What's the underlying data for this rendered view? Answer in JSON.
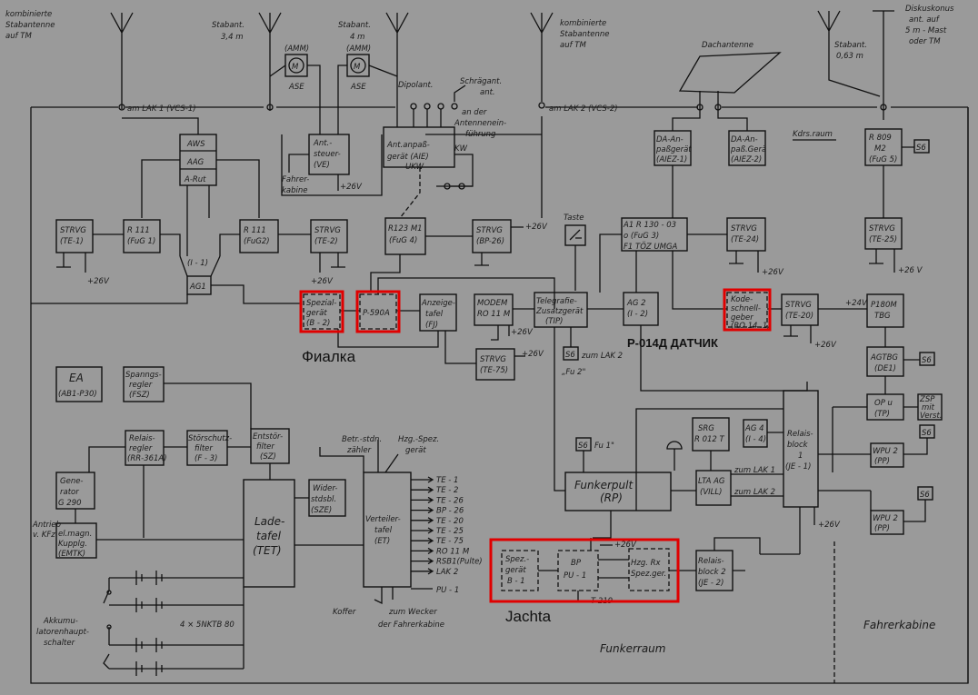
{
  "antennas": {
    "komb_left": [
      "kombinierte",
      "Stabantenne",
      "auf TM"
    ],
    "stab_34": [
      "Stabant.",
      "3,4 m"
    ],
    "stab_4": [
      "Stabant.",
      "4 m"
    ],
    "komb_right": [
      "kombinierte",
      "Stabantenne",
      "auf TM"
    ],
    "dachantenne": "Dachantenne",
    "stab_063": [
      "Stabant.",
      "0,63 m"
    ],
    "diskus": [
      "Diskuskonus",
      "ant. auf",
      "5 m - Mast",
      "oder TM"
    ],
    "dipol": "Dipolant.",
    "schraeg": [
      "Schrägant.",
      "ant."
    ],
    "einfuehrung": [
      "an der",
      "Antennenein-",
      "führung"
    ]
  },
  "blocks": {
    "amm1": "(AMM)",
    "ase1": "ASE",
    "amm2": "(AMM)",
    "ase2": "ASE",
    "m_sym": "M",
    "lak1": "am LAK 1 (VCS-1)",
    "lak2": "am LAK 2 (VCS-2)",
    "aws": "AWS",
    "aag": "AAG",
    "arut": "A-Rut",
    "ant_steuer": [
      "Ant.-",
      "steuer-",
      "(VE)"
    ],
    "fahrer_kabine": [
      "Fahrer-",
      "kabine"
    ],
    "plus26_steuer": "+26V",
    "ant_anpass": [
      "Ant.anpaß-",
      "gerät (AIE)"
    ],
    "ukw": "UKW",
    "kw": "KW",
    "dachanp1": [
      "DA-An-",
      "paßgerät",
      "(AIEZ-1)"
    ],
    "dachanp2": [
      "DA-An-",
      "paß.Gerä",
      "(AIEZ-2)"
    ],
    "kdrsraum": "Kdrs.raum",
    "r809": [
      "R 809",
      "M2",
      "(FuG 5)"
    ],
    "s6": "S6",
    "strvg_te1": [
      "STRVG",
      "(TE-1)"
    ],
    "r111_fug1": [
      "R 111",
      "(FuG 1)"
    ],
    "r111_fug2": [
      "R 111",
      "(FuG2)"
    ],
    "strvg_te2": [
      "STRVG",
      "(TE-2)"
    ],
    "r123": [
      "R123 M1",
      "(FuG 4)"
    ],
    "strvg_bp26": [
      "STRVG",
      "(BP-26)"
    ],
    "taste": "Taste",
    "r130": [
      "A1  R 130 - 03",
      "o    (FuG 3)",
      "F1  TÖZ  UMGA"
    ],
    "strvg_te24": [
      "STRVG",
      "(TE-24)"
    ],
    "strvg_te25": [
      "STRVG",
      "(TE-25)"
    ],
    "i1": "(I - 1)",
    "ag1": "AG1",
    "plus26": "+26V",
    "plus24": "+24V",
    "plus26_b": "+26 V",
    "spezial_b2": [
      "Spezial-",
      "gerät",
      "(B - 2)"
    ],
    "p590": "P-590A",
    "anzeige": [
      "Anzeige-",
      "tafel",
      "(FJ)"
    ],
    "modem": [
      "MODEM",
      "RO 11 M"
    ],
    "telegrafie": [
      "Telegrafie-",
      "Zusatzgerät",
      "(TIP)"
    ],
    "ag2": [
      "AG 2",
      "(I - 2)"
    ],
    "kode": [
      "Kode-",
      "schnell-",
      "geber",
      "(RO 14 .1)"
    ],
    "strvg_te20": [
      "STRVG",
      "(TE-20)"
    ],
    "p180": [
      "P180M",
      "TBG"
    ],
    "strvg_te75": [
      "STRVG",
      "(TE-75)"
    ],
    "zum_lak2": "zum LAK 2",
    "fu2": "„Fu 2\"",
    "agtbg": [
      "AGTBG",
      "(DE1)"
    ],
    "ea": [
      "EA",
      "(AB1-P30)"
    ],
    "spann": [
      "Spanngs-",
      "regler",
      "(FSZ)"
    ],
    "opu": [
      "OP u",
      "(TP)"
    ],
    "zsp": [
      "ZSP",
      "mit",
      "Verst."
    ],
    "srg": [
      "SRG",
      "R 012 T"
    ],
    "ag4": [
      "AG 4",
      "(I - 4)"
    ],
    "relais1": [
      "Relais-",
      "block",
      "1",
      "(JE - 1)"
    ],
    "wpu1": [
      "WPU 2",
      "(PP)"
    ],
    "wpu2": [
      "WPU 2",
      "(PP)"
    ],
    "relaisregler": [
      "Relais-",
      "regler",
      "(RR-361A)"
    ],
    "stoerschutz": [
      "Störschutz-",
      "filter",
      "(F - 3)"
    ],
    "entstoer": [
      "Entstör-",
      "filter",
      "(SZ)"
    ],
    "betr": [
      "Betr.-stdn.",
      "zähler"
    ],
    "hzg_spez": [
      "Hzg.-Spez.",
      "gerät"
    ],
    "fu1": "Fu 1\"",
    "funkerpult": [
      "Funkerpult",
      "(RP)"
    ],
    "lta": [
      "LTA AG",
      "(VILL)"
    ],
    "zum_lak1": "zum LAK 1",
    "zum_lak2b": "zum LAK 2",
    "generator": [
      "Gene-",
      "rator",
      "G 290"
    ],
    "widerstand": [
      "Wider-",
      "stdsbl.",
      "(SZE)"
    ],
    "ladetafel": [
      "Lade-",
      "tafel",
      "(TET)"
    ],
    "verteiler": [
      "Verteiler-",
      "tafel",
      "(ET)"
    ],
    "outputs": [
      "TE - 1",
      "TE - 2",
      "TE - 26",
      "BP - 26",
      "TE - 20",
      "TE - 25",
      "TE - 75",
      "RO 11 M",
      "RSB1(Pulte)",
      "LAK 2"
    ],
    "pu1": "PU - 1",
    "antrieb": [
      "Antrieb",
      "v. KFz",
      "el.magn.",
      "Kupplg.",
      "(EMTK)"
    ],
    "spez_b1": [
      "Spez.-",
      "gerät",
      "B - 1"
    ],
    "bp_pu1": [
      "BP",
      "PU - 1"
    ],
    "hzg_rx": [
      "Hzg. Rx",
      "Spez.ger."
    ],
    "t219": "T 219",
    "relais2": [
      "Relais-",
      "block 2",
      "(JE - 2)"
    ],
    "koffer": "Koffer",
    "wecker": [
      "zum Wecker",
      "der Fahrerkabine"
    ],
    "akku": [
      "Akkumu-",
      "latorenhaupt-",
      "schalter"
    ],
    "batterie": "4 × 5NKTB 80",
    "funkerraum": "Funkerraum",
    "fahrerkabine": "Fahrerkabine"
  },
  "annotations": {
    "fialka": "Фиалка",
    "datchik": "Р-014Д ДАТЧИК",
    "jachta": "Jachta"
  }
}
